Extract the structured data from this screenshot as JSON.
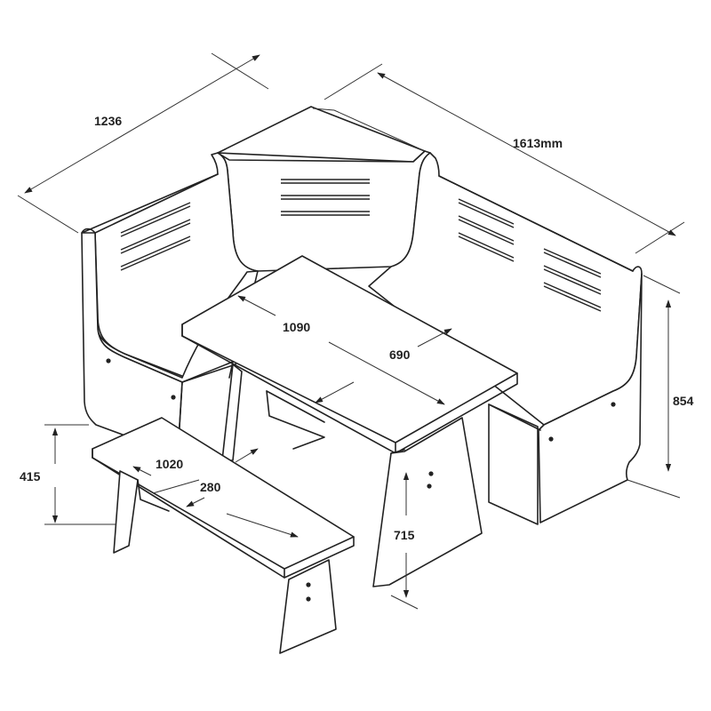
{
  "dimensions": {
    "bench_left_length": "1236",
    "bench_right_length": "1613mm",
    "bench_height": "854",
    "table_length": "1090",
    "table_width": "690",
    "table_height": "715",
    "stool_length": "1020",
    "stool_width": "280",
    "stool_height": "415"
  }
}
